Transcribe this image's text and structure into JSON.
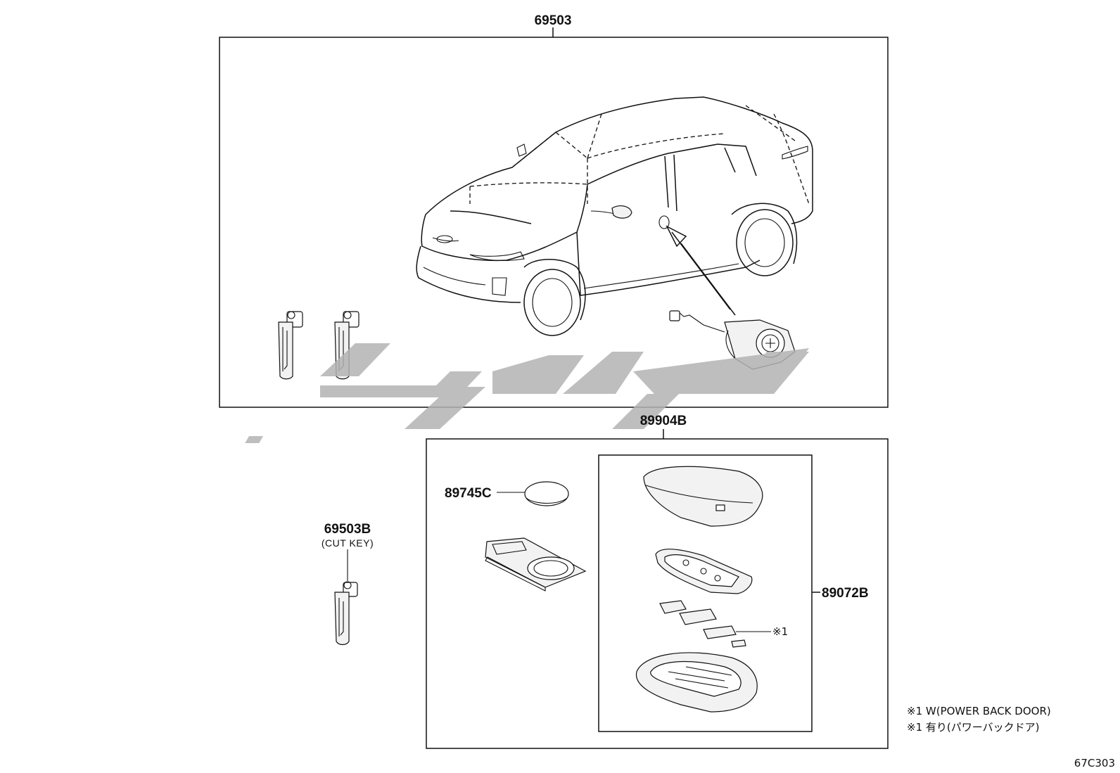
{
  "callouts": {
    "top_assembly": "69503",
    "cut_key": "69503B",
    "cut_key_note": "(CUT KEY)",
    "kit": "89904B",
    "battery": "89745C",
    "transmitter": "89072B",
    "mark": "※1"
  },
  "footnotes": [
    "※1 W(POWER BACK DOOR)",
    "※1 有り(パワーバックドア)"
  ],
  "diagram_code": "67C303",
  "icons": {
    "vehicle": "vehicle-illustration",
    "key_blade": "key-blade-icon",
    "door_lock_cylinder": "door-lock-cylinder-icon",
    "battery": "coin-battery-icon",
    "circuit_board": "circuit-board-icon",
    "key_fob": "smart-key-fob-icon",
    "watermark": "watermark-logo"
  }
}
